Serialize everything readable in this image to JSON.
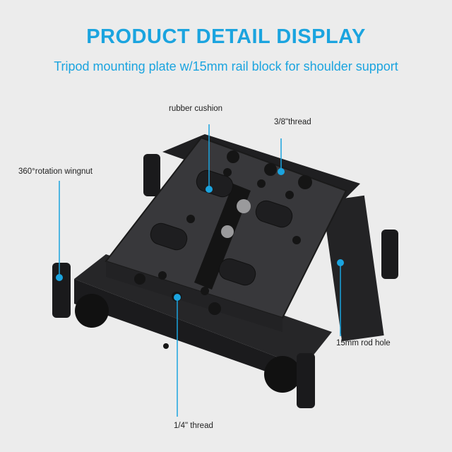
{
  "header": {
    "title": "PRODUCT  DETAIL DISPLAY",
    "subtitle": "Tripod mounting plate w/15mm rail block for shoulder support"
  },
  "callouts": [
    {
      "id": "rubber-cushion",
      "text": "rubber cushion"
    },
    {
      "id": "thread-3-8",
      "text": "3/8\"thread"
    },
    {
      "id": "wingnut",
      "text": "360°rotation wingnut"
    },
    {
      "id": "rod-hole",
      "text": "15mm rod hole"
    },
    {
      "id": "thread-1-4",
      "text": "1/4\" thread"
    }
  ],
  "colors": {
    "accent": "#1ba4df",
    "background": "#ececec",
    "product": "#2a2a2c"
  }
}
